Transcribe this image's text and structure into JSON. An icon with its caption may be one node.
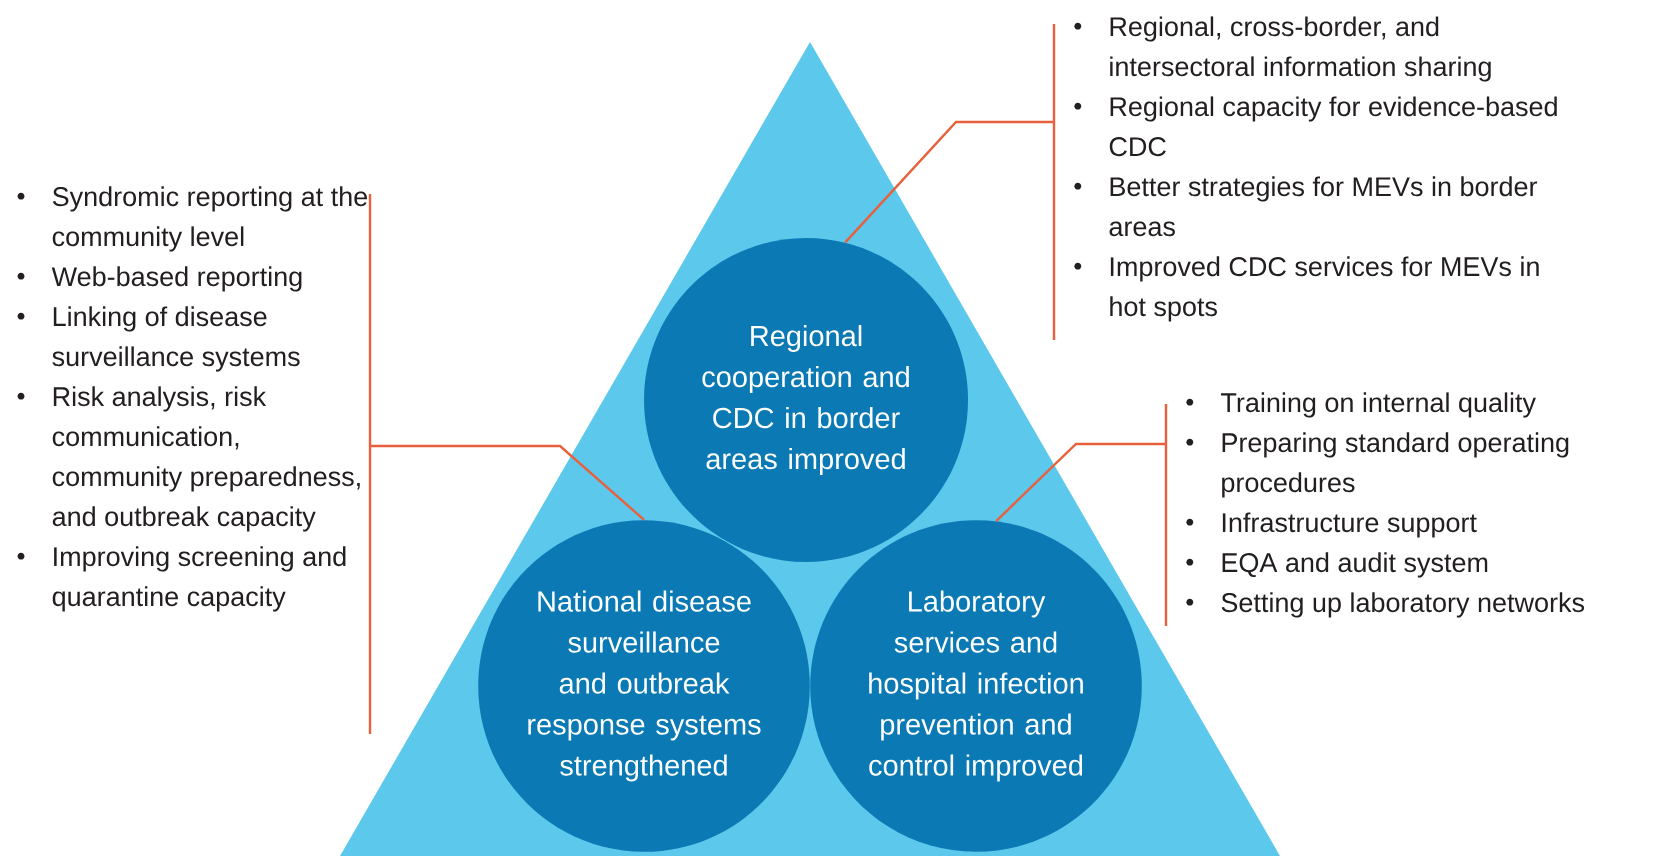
{
  "diagram": {
    "nodes": [
      {
        "text": [],
        "shape": "triangle"
      },
      {
        "text": [
          "Regional cooperation and CDC in border areas improved"
        ],
        "in": 0
      },
      {
        "text": [
          "National disease surveillance and outbreak response systems strengthened"
        ],
        "in": 0
      },
      {
        "text": [
          "Laboratory services and hospital infection prevention and control improved"
        ],
        "in": 0
      },
      {
        "text": [
          "Regional, cross-border, and intersectoral information sharing",
          "Regional capacity for evidence-based CDC",
          "Better strategies for MEVs in border areas",
          "Improved CDC services for MEVs in hot spots"
        ]
      },
      {
        "text": [
          "Syndromic reporting at the community level",
          "Web-based reporting",
          "Linking of disease surveillance systems",
          "Risk analysis, risk communication, community preparedness, and outbreak capacity",
          "Improving screening and quarantine capacity"
        ]
      },
      {
        "text": [
          "Training on internal quality",
          "Preparing standard operating procedures",
          "Infrastructure support",
          "EQA and audit system",
          "Setting up laboratory networks"
        ]
      }
    ],
    "edges": [
      {
        "from": 1,
        "to": 4,
        "arrow": "none"
      },
      {
        "from": 2,
        "to": 5,
        "arrow": "none"
      },
      {
        "from": 3,
        "to": 6,
        "arrow": "none"
      }
    ]
  }
}
